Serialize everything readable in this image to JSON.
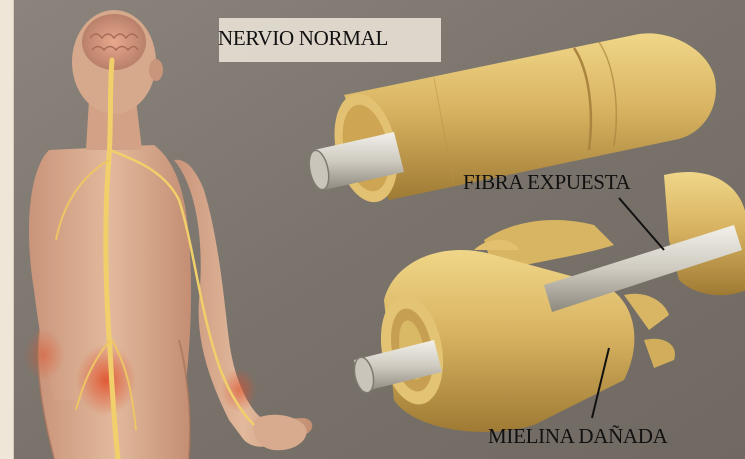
{
  "labels": {
    "normal_nerve": "NERVIO NORMAL",
    "exposed_fiber": "FIBRA EXPUESTA",
    "damaged_myelin": "MIELINA DAÑADA"
  },
  "colors": {
    "background": "#7d776f",
    "myelin": "#d9b764",
    "myelin_shadow": "#a9843a",
    "axon": "#d8d5cc",
    "skin": "#d9ae92",
    "nerve_highlight": "#f1cf6a",
    "inflammation": "#d8603a"
  }
}
